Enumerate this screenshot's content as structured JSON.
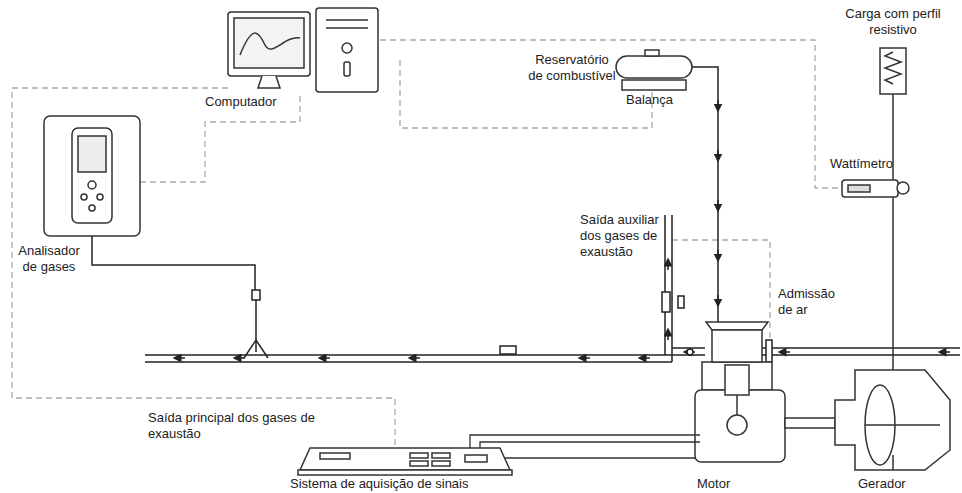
{
  "diagram": {
    "labels": [
      "Carga com perfil resistivo",
      "Computador",
      "Reservatório de combustível",
      "Balança",
      "Wattímetro",
      "Analisador de gases",
      "Saída auxiliar dos gases de exaustão",
      "Admissão de ar",
      "Saída principal dos gases de exaustão",
      "Sistema de aquisição de sinais",
      "Motor",
      "Gerador"
    ]
  }
}
